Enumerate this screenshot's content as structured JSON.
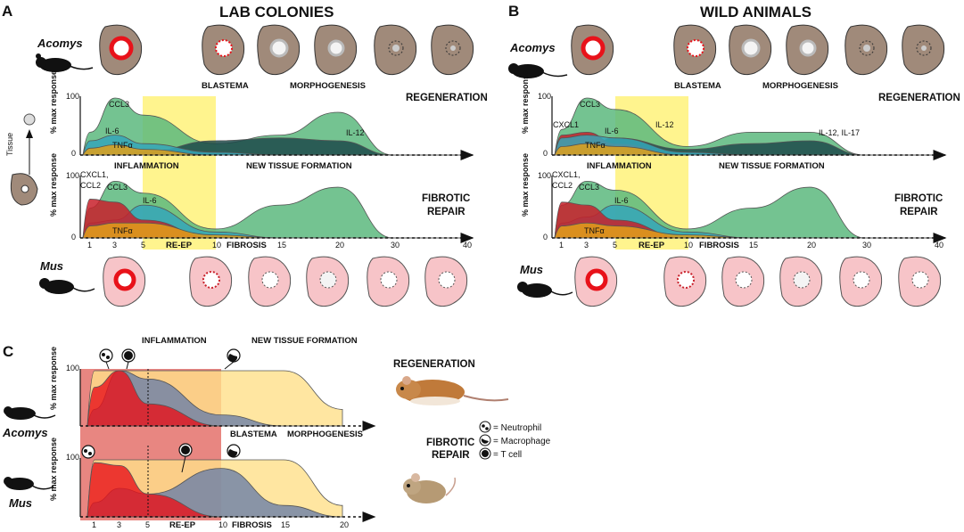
{
  "panels": {
    "A": {
      "letter": "A",
      "title": "LAB COLONIES"
    },
    "B": {
      "letter": "B",
      "title": "WILD ANIMALS"
    },
    "C": {
      "letter": "C"
    }
  },
  "species": {
    "acomys": "Acomys",
    "mus": "Mus"
  },
  "tissue_label": "Tissue",
  "ylabel": "% max response",
  "y_max_tick": "100",
  "y_zero_tick": "0",
  "stage_labels": {
    "blastema": "BLASTEMA",
    "morphogenesis": "MORPHOGENESIS",
    "inflammation": "INFLAMMATION",
    "new_tissue": "NEW TISSUE FORMATION",
    "re_ep": "RE-EP",
    "fibrosis": "FIBROSIS"
  },
  "outcomes": {
    "regeneration": "REGENERATION",
    "fibrotic": "FIBROTIC",
    "repair": "REPAIR"
  },
  "x_ticks": [
    "1",
    "3",
    "5",
    "10",
    "15",
    "20",
    "30",
    "40"
  ],
  "x_ticks_c": [
    "1",
    "3",
    "5",
    "10",
    "15",
    "20"
  ],
  "cytokines_a_top": [
    "CCL3",
    "IL-6",
    "TNFα",
    "IL-12"
  ],
  "cytokines_a_bottom": [
    "CXCL1,",
    "CCL2",
    "CCL3",
    "IL-6",
    "TNFα"
  ],
  "cytokines_b_top": [
    "CCL3",
    "CXCL1",
    "IL-6",
    "IL-12",
    "TNFα",
    "IL-12, IL-17"
  ],
  "cytokines_b_bottom": [
    "CXCL1,",
    "CCL2",
    "CCL3",
    "IL-6",
    "TNFα"
  ],
  "legend": {
    "neutrophil": "= Neutrophil",
    "macrophage": "= Macrophage",
    "tcell": "= T cell"
  },
  "colors": {
    "ccl3": "#5cb97e",
    "il6": "#35a6b8",
    "tnfa": "#e0a01a",
    "il12": "#1d4a4a",
    "cxcl1": "#c8202a",
    "window": "#fff27a",
    "reep_band": "#e4716b",
    "acomys_skin": "#a08a7a",
    "mus_skin": "#f7c4c8",
    "wound": "#e8121a"
  },
  "chart_data": [
    {
      "type": "area",
      "panel": "A",
      "row": "Acomys regeneration",
      "x": [
        1,
        3,
        5,
        10,
        15,
        20,
        30,
        40
      ],
      "ylim": [
        0,
        100
      ],
      "series": [
        {
          "name": "CCL3",
          "values": [
            40,
            100,
            70,
            20,
            35,
            75,
            0,
            0
          ]
        },
        {
          "name": "IL-6",
          "values": [
            25,
            35,
            20,
            5,
            0,
            0,
            0,
            0
          ]
        },
        {
          "name": "TNFα",
          "values": [
            12,
            18,
            10,
            0,
            0,
            0,
            0,
            0
          ]
        },
        {
          "name": "IL-12",
          "values": [
            0,
            0,
            5,
            25,
            30,
            25,
            0,
            0
          ]
        }
      ]
    },
    {
      "type": "area",
      "panel": "A",
      "row": "Mus fibrotic repair",
      "x": [
        1,
        3,
        5,
        10,
        15,
        20,
        30,
        40
      ],
      "ylim": [
        0,
        100
      ],
      "series": [
        {
          "name": "CCL3",
          "values": [
            50,
            95,
            75,
            15,
            55,
            85,
            0,
            0
          ]
        },
        {
          "name": "CXCL1, CCL2",
          "values": [
            65,
            60,
            30,
            0,
            0,
            0,
            0,
            0
          ]
        },
        {
          "name": "IL-6",
          "values": [
            25,
            30,
            55,
            10,
            0,
            0,
            0,
            0
          ]
        },
        {
          "name": "TNFα",
          "values": [
            20,
            25,
            25,
            5,
            0,
            0,
            0,
            0
          ]
        }
      ]
    },
    {
      "type": "area",
      "panel": "B",
      "row": "Acomys regeneration",
      "x": [
        1,
        3,
        5,
        10,
        15,
        20,
        30,
        40
      ],
      "ylim": [
        0,
        100
      ],
      "series": [
        {
          "name": "CCL3",
          "values": [
            45,
            100,
            80,
            15,
            40,
            40,
            0,
            0
          ]
        },
        {
          "name": "CXCL1",
          "values": [
            35,
            40,
            20,
            0,
            0,
            0,
            0,
            0
          ]
        },
        {
          "name": "IL-6",
          "values": [
            30,
            35,
            30,
            5,
            0,
            0,
            0,
            0
          ]
        },
        {
          "name": "IL-12",
          "values": [
            0,
            15,
            30,
            10,
            20,
            25,
            0,
            0
          ]
        },
        {
          "name": "TNFα",
          "values": [
            15,
            20,
            15,
            0,
            0,
            0,
            0,
            0
          ]
        }
      ]
    },
    {
      "type": "area",
      "panel": "B",
      "row": "Mus fibrotic repair",
      "x": [
        1,
        3,
        5,
        10,
        15,
        20,
        30,
        40
      ],
      "ylim": [
        0,
        100
      ],
      "series": [
        {
          "name": "CCL3",
          "values": [
            55,
            95,
            80,
            15,
            50,
            85,
            0,
            0
          ]
        },
        {
          "name": "CXCL1, CCL2",
          "values": [
            60,
            55,
            30,
            0,
            0,
            0,
            0,
            0
          ]
        },
        {
          "name": "IL-6",
          "values": [
            25,
            35,
            55,
            10,
            0,
            0,
            0,
            0
          ]
        },
        {
          "name": "TNFα",
          "values": [
            20,
            25,
            20,
            5,
            0,
            0,
            0,
            0
          ]
        }
      ]
    },
    {
      "type": "area",
      "panel": "C",
      "row": "Acomys",
      "x": [
        1,
        3,
        5,
        10,
        15,
        20
      ],
      "ylim": [
        0,
        100
      ],
      "series": [
        {
          "name": "Neutrophil",
          "values": [
            70,
            100,
            40,
            0,
            0,
            0
          ]
        },
        {
          "name": "T cell",
          "values": [
            30,
            100,
            85,
            20,
            0,
            0
          ]
        },
        {
          "name": "Macrophage",
          "values": [
            100,
            100,
            100,
            100,
            100,
            30
          ]
        }
      ]
    },
    {
      "type": "area",
      "panel": "C",
      "row": "Mus",
      "x": [
        1,
        3,
        5,
        10,
        15,
        20
      ],
      "ylim": [
        0,
        100
      ],
      "series": [
        {
          "name": "Neutrophil",
          "values": [
            95,
            90,
            40,
            0,
            0,
            0
          ]
        },
        {
          "name": "T cell",
          "values": [
            25,
            50,
            40,
            85,
            20,
            0
          ]
        },
        {
          "name": "Macrophage",
          "values": [
            100,
            100,
            100,
            100,
            100,
            20
          ]
        }
      ]
    }
  ]
}
